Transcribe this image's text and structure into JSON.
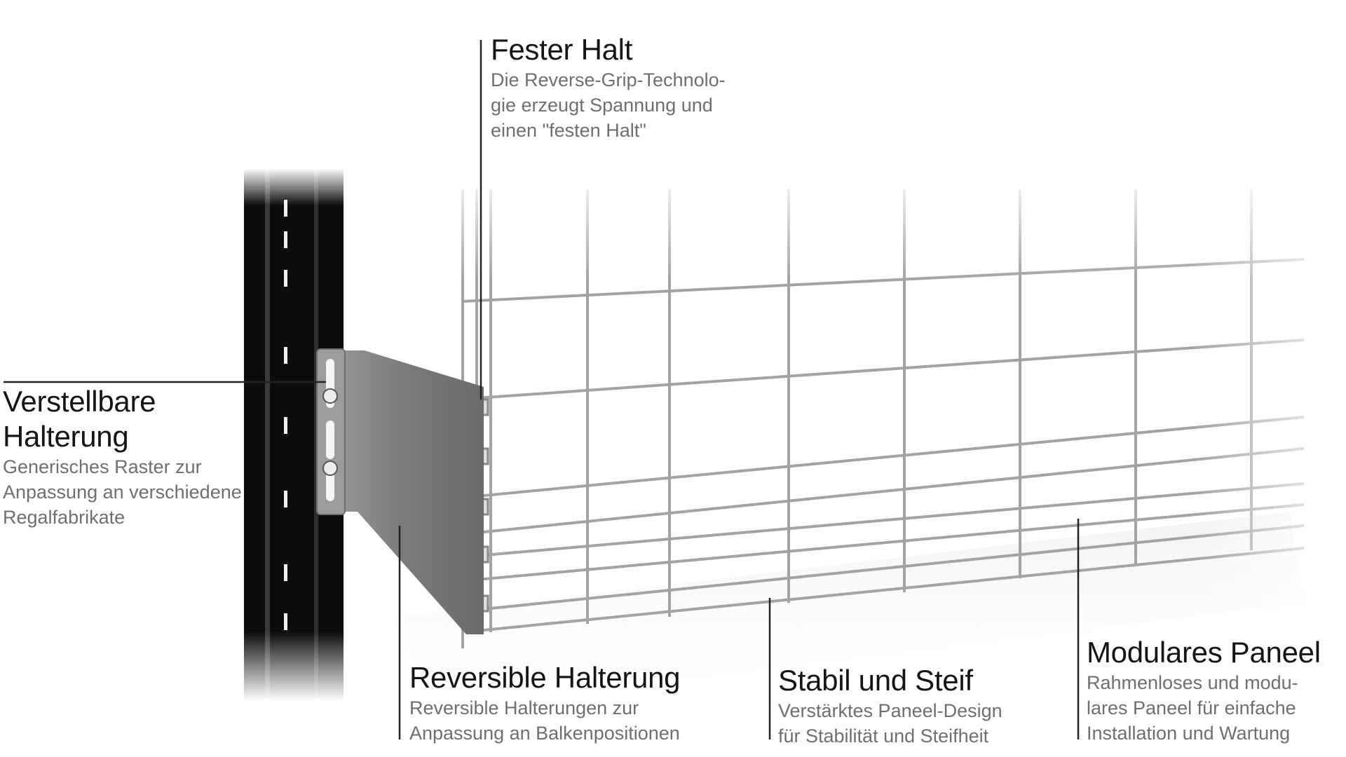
{
  "callouts": {
    "fester_halt": {
      "title": "Fester Halt",
      "desc": "Die Reverse-Grip-Technolo-\ngie erzeugt Spannung und\neinen \"festen Halt\""
    },
    "verstellbare": {
      "title": "Verstellbare\nHalterung",
      "desc": "Generisches Raster zur\nAnpassung an verschiedene\nRegalfabrikate"
    },
    "reversible": {
      "title": "Reversible Halterung",
      "desc": "Reversible Halterungen zur\nAnpassung an Balkenpositionen"
    },
    "stabil": {
      "title": "Stabil und Steif",
      "desc": "Verstärktes Paneel-Design\nfür Stabilität und Steifheit"
    },
    "modulares": {
      "title": "Modulares Paneel",
      "desc": "Rahmenloses und modu-\nlares Paneel für einfache\nInstallation und Wartung"
    }
  },
  "colors": {
    "upright": "#0d0d0d",
    "bracket": "#7c7c7c",
    "wire": "#a3a3a3",
    "leader": "#222222",
    "desc_text": "#6f6f6f"
  }
}
